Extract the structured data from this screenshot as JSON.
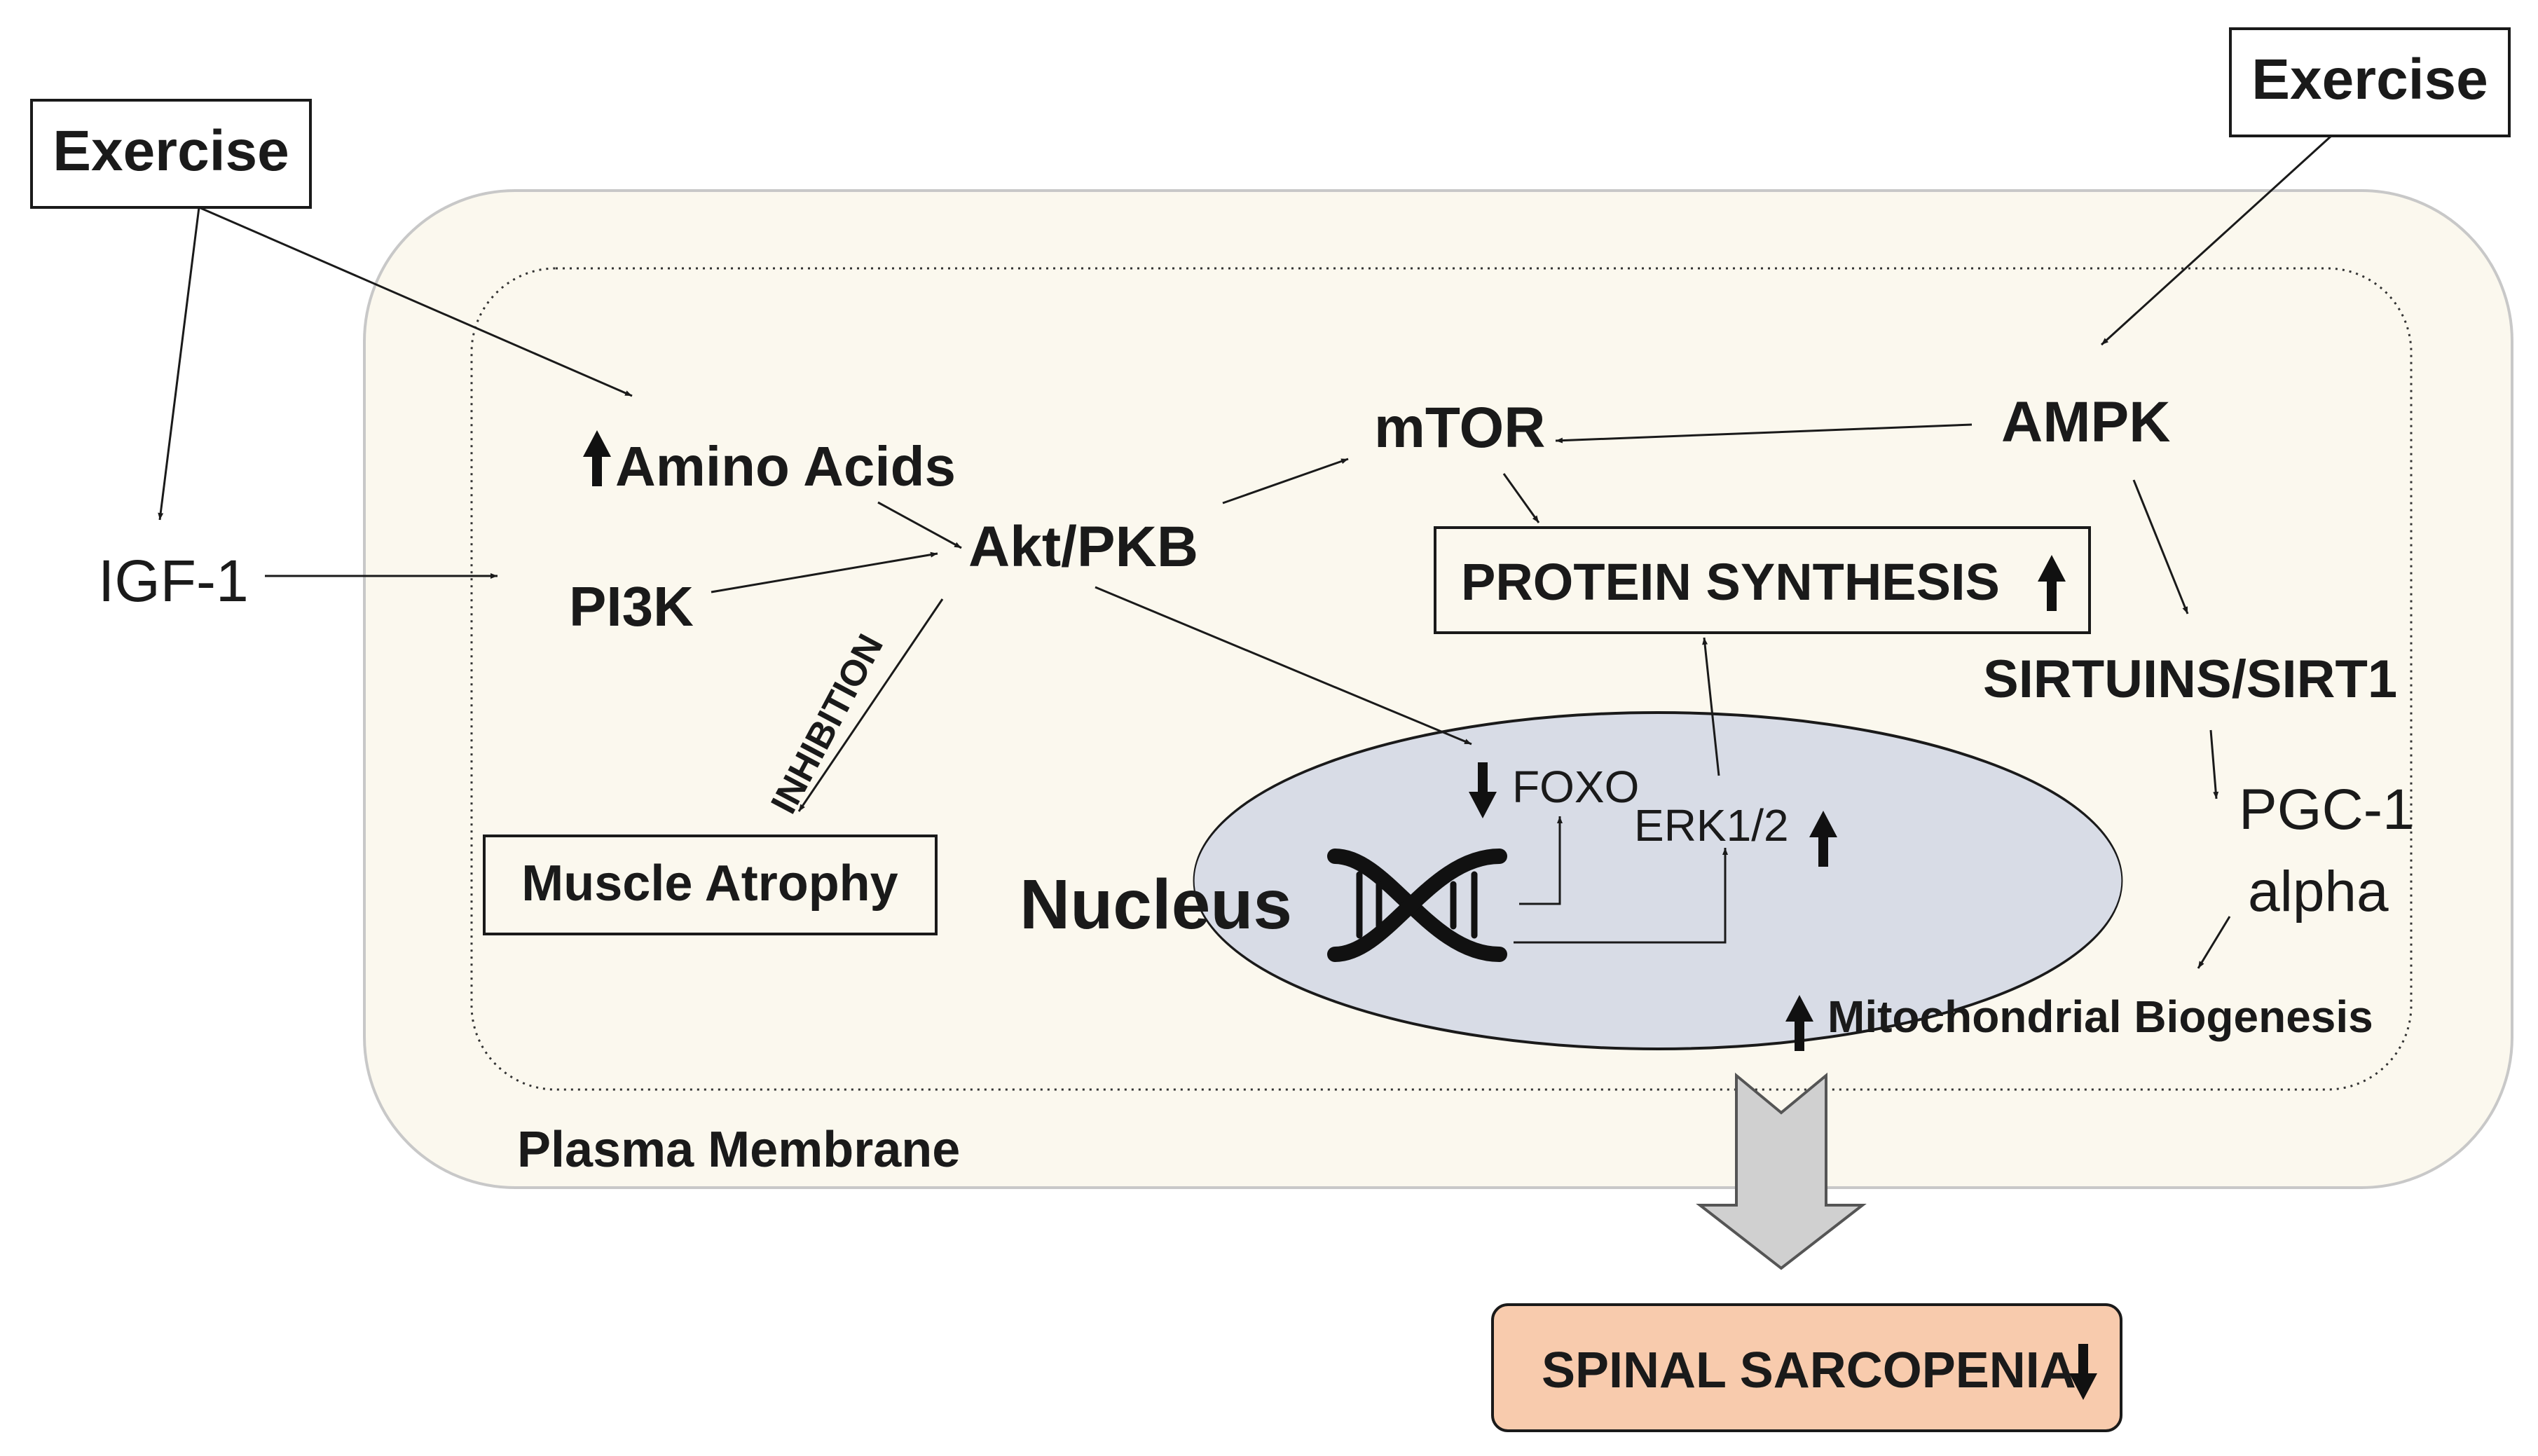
{
  "nodes": {
    "exercise_left": "Exercise",
    "exercise_right": "Exercise",
    "igf1": "IGF-1",
    "amino_acids": "Amino Acids",
    "pi3k": "PI3K",
    "akt_pkb": "Akt/PKB",
    "mtor": "mTOR",
    "ampk": "AMPK",
    "protein_synthesis": "PROTEIN SYNTHESIS",
    "sirtuins": "SIRTUINS/SIRT1",
    "pgc1_line1": "PGC-1",
    "pgc1_line2": "alpha",
    "inhibition": "INHIBITION",
    "muscle_atrophy": "Muscle Atrophy",
    "nucleus": "Nucleus",
    "foxo": "FOXO",
    "erk": "ERK1/2",
    "mito_biogenesis": "Mitochondrial Biogenesis",
    "plasma_membrane": "Plasma Membrane",
    "spinal_sarcopenia": "SPINAL SARCOPENIA"
  },
  "colors": {
    "cell_fill": "#fbf8ee",
    "cell_stroke": "#c8c8c8",
    "nucleus_fill": "#d8dce6",
    "nucleus_stroke": "#1a1a1a",
    "sarcopenia_fill": "#f8cbad",
    "big_arrow_fill": "#d0d0d0",
    "ink": "#1a1a1a"
  },
  "icons": [
    "dna-icon",
    "up-arrow-icon",
    "down-arrow-icon",
    "big-down-arrow-icon"
  ]
}
